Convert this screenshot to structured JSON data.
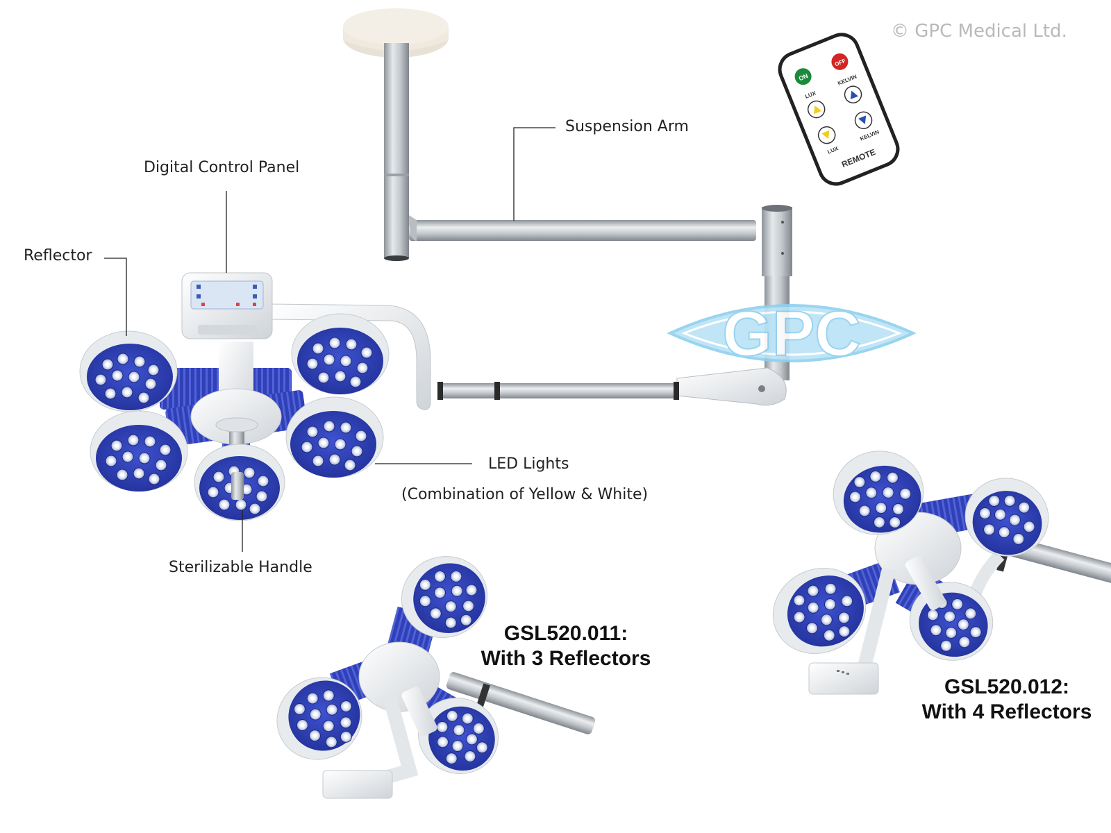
{
  "copyright": "© GPC Medical Ltd.",
  "watermark": "GPC",
  "callouts": {
    "suspension_arm": "Suspension Arm",
    "digital_control_panel": "Digital Control Panel",
    "reflector": "Reflector",
    "led_lights": "LED Lights",
    "led_lights_note": "(Combination of Yellow & White)",
    "sterilizable_handle": "Sterilizable Handle"
  },
  "remote": {
    "on": "ON",
    "off": "OFF",
    "lux_up": "LUX",
    "kelvin_up": "KELVIN",
    "lux_down": "LUX",
    "kelvin_down": "KELVIN",
    "label": "REMOTE"
  },
  "models": [
    {
      "code": "GSL520.011:",
      "desc": "With 3 Reflectors"
    },
    {
      "code": "GSL520.012:",
      "desc": "With 4 Reflectors"
    }
  ],
  "colors": {
    "reflector_blue": "#2f3fb8",
    "body_white": "#e9ecef",
    "arm_silver": "#b7bcc1",
    "watermark_blue": "#9fd6f2",
    "on_green": "#1a8a3a",
    "off_red": "#d42424"
  }
}
